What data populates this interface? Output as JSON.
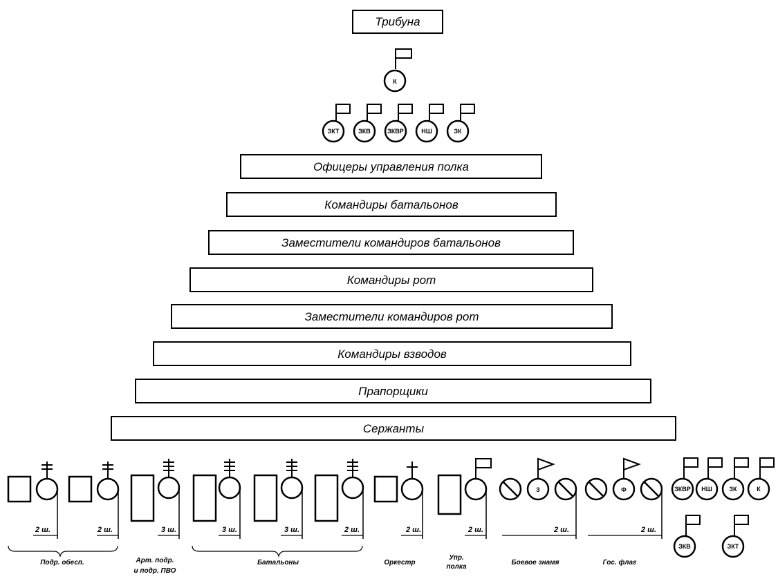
{
  "tribune": {
    "label": "Трибуна"
  },
  "commander": {
    "label": "К"
  },
  "deputies": [
    "ЗКТ",
    "ЗКВ",
    "ЗКВР",
    "НШ",
    "ЗК"
  ],
  "rows": [
    "Офицеры управления полка",
    "Командиры батальонов",
    "Заместители командиров батальонов",
    "Командиры рот",
    "Заместители командиров рот",
    "Командиры взводов",
    "Прапорщики",
    "Сержанты"
  ],
  "steps": {
    "two": "2 ш.",
    "three": "3 ш."
  },
  "groups": {
    "support": "Подр. обесп.",
    "artillery_line1": "Арт. подр.",
    "artillery_line2": "и подр. ПВО",
    "battalions": "Батальоны",
    "orchestra": "Оркестр",
    "command_line1": "Упр.",
    "command_line2": "полка",
    "battle_banner": "Боевое знамя",
    "state_flag": "Гос. флаг"
  },
  "banner_marks": {
    "battle": "З",
    "state": "Ф"
  },
  "right_group_row1": [
    "ЗКВР",
    "НШ",
    "ЗК",
    "К"
  ],
  "right_group_row2": [
    "ЗКВ",
    "ЗКТ"
  ]
}
